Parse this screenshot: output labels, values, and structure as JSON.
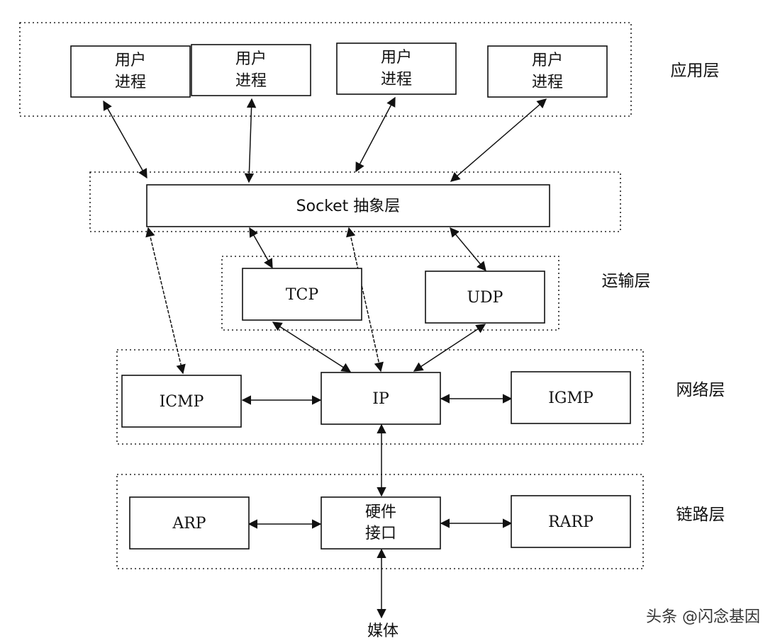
{
  "layers": {
    "application": "应用层",
    "transport": "运输层",
    "network": "网络层",
    "link": "链路层"
  },
  "nodes": {
    "user_process_1": [
      "用户",
      "进程"
    ],
    "user_process_2": [
      "用户",
      "进程"
    ],
    "user_process_3": [
      "用户",
      "进程"
    ],
    "user_process_4": [
      "用户",
      "进程"
    ],
    "socket": "Socket 抽象层",
    "tcp": "TCP",
    "udp": "UDP",
    "icmp": "ICMP",
    "ip": "IP",
    "igmp": "IGMP",
    "arp": "ARP",
    "hardware_interface": [
      "硬件",
      "接口"
    ],
    "rarp": "RARP",
    "media": "媒体"
  },
  "edges": [
    {
      "from": "user_process_1",
      "to": "socket",
      "direction": "both"
    },
    {
      "from": "user_process_2",
      "to": "socket",
      "direction": "both"
    },
    {
      "from": "user_process_3",
      "to": "socket",
      "direction": "both"
    },
    {
      "from": "user_process_4",
      "to": "socket",
      "direction": "both"
    },
    {
      "from": "socket",
      "to": "icmp",
      "direction": "both"
    },
    {
      "from": "socket",
      "to": "tcp",
      "direction": "both"
    },
    {
      "from": "socket",
      "to": "ip",
      "direction": "both"
    },
    {
      "from": "socket",
      "to": "udp",
      "direction": "both"
    },
    {
      "from": "tcp",
      "to": "ip",
      "direction": "both"
    },
    {
      "from": "udp",
      "to": "ip",
      "direction": "both"
    },
    {
      "from": "icmp",
      "to": "ip",
      "direction": "both"
    },
    {
      "from": "ip",
      "to": "igmp",
      "direction": "both"
    },
    {
      "from": "ip",
      "to": "hardware_interface",
      "direction": "both"
    },
    {
      "from": "arp",
      "to": "hardware_interface",
      "direction": "both"
    },
    {
      "from": "hardware_interface",
      "to": "rarp",
      "direction": "both"
    },
    {
      "from": "hardware_interface",
      "to": "media",
      "direction": "both"
    }
  ],
  "watermark": "头条 @闪念基因",
  "colors": {
    "stroke": "#111111",
    "background": "#ffffff"
  }
}
